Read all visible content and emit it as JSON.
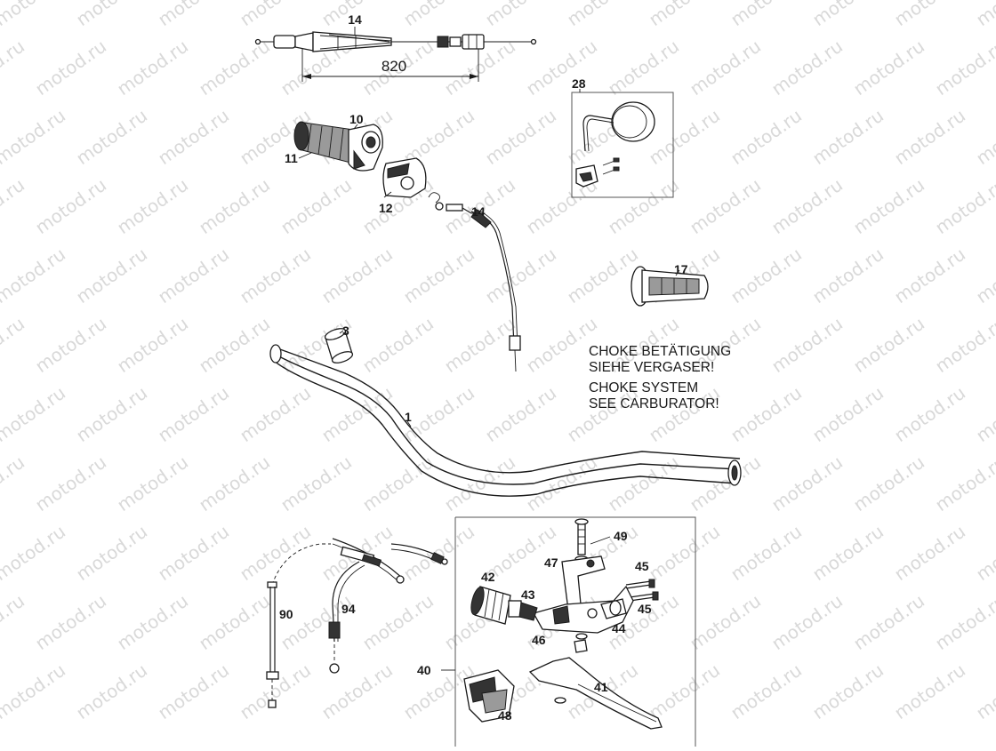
{
  "watermark": {
    "text": "motod.ru"
  },
  "cable_dimension": {
    "value": "820"
  },
  "callouts": {
    "c1": "1",
    "c3": "3",
    "c10": "10",
    "c11": "11",
    "c12": "12",
    "c14_top": "14",
    "c14_mid": "14",
    "c17": "17",
    "c28": "28",
    "c40": "40",
    "c41": "41",
    "c42": "42",
    "c43": "43",
    "c44": "44",
    "c45_a": "45",
    "c45_b": "45",
    "c46": "46",
    "c47": "47",
    "c48": "48",
    "c49": "49",
    "c90": "90",
    "c94": "94"
  },
  "notes": {
    "line1": "CHOKE BETÄTIGUNG",
    "line2": "SIEHE VERGASER!",
    "line3": "CHOKE SYSTEM",
    "line4": "SEE CARBURATOR!"
  },
  "colors": {
    "ink": "#1a1a1a",
    "watermark": "#d9d9d9",
    "background": "#ffffff"
  }
}
